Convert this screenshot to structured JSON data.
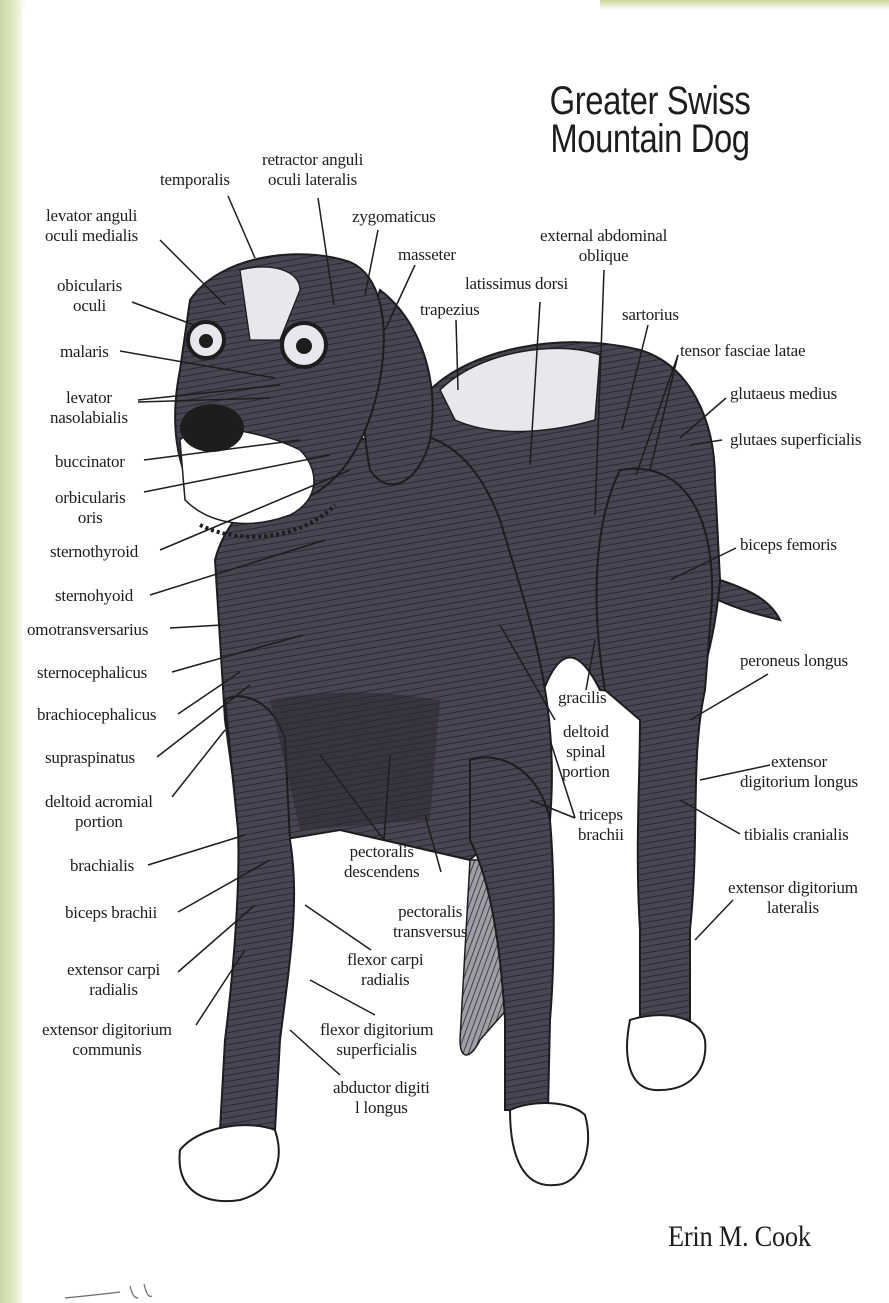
{
  "title": {
    "line1": "Greater Swiss",
    "line2": "Mountain Dog"
  },
  "author": "Erin M. Cook",
  "labels": {
    "temporalis": [
      "temporalis"
    ],
    "retractor": [
      "retractor anguli",
      "oculi lateralis"
    ],
    "zygomaticus": [
      "zygomaticus"
    ],
    "masseter": [
      "masseter"
    ],
    "levator_medialis": [
      "levator anguli",
      "oculi medialis"
    ],
    "obicularis_oculi": [
      "obicularis",
      "oculi"
    ],
    "malaris": [
      "malaris"
    ],
    "levator_nasolabialis": [
      "levator",
      "nasolabialis"
    ],
    "buccinator": [
      "buccinator"
    ],
    "orbicularis_oris": [
      "orbicularis",
      "oris"
    ],
    "sternothyroid": [
      "sternothyroid"
    ],
    "sternohyoid": [
      "sternohyoid"
    ],
    "omotransversarius": [
      "omotransversarius"
    ],
    "sternocephalicus": [
      "sternocephalicus"
    ],
    "brachiocephalicus": [
      "brachiocephalicus"
    ],
    "supraspinatus": [
      "supraspinatus"
    ],
    "deltoid_acromial": [
      "deltoid acromial",
      "portion"
    ],
    "brachialis": [
      "brachialis"
    ],
    "biceps_brachii": [
      "biceps brachii"
    ],
    "extensor_carpi_radialis": [
      "extensor carpi",
      "radialis"
    ],
    "extensor_digitorium_communis": [
      "extensor digitorium",
      "communis"
    ],
    "external_abdominal": [
      "external abdominal",
      "oblique"
    ],
    "latissimus": [
      "latissimus dorsi"
    ],
    "trapezius": [
      "trapezius"
    ],
    "sartorius": [
      "sartorius"
    ],
    "tensor": [
      "tensor fasciae latae"
    ],
    "glutaeus_medius": [
      "glutaeus medius"
    ],
    "glutaes_superficialis": [
      "glutaes superficialis"
    ],
    "biceps_femoris": [
      "biceps femoris"
    ],
    "peroneus": [
      "peroneus longus"
    ],
    "gracilis": [
      "gracilis"
    ],
    "deltoid_spinal": [
      "deltoid",
      "spinal",
      "portion"
    ],
    "extensor_digitorium_longus": [
      "extensor",
      "digitorium longus"
    ],
    "triceps": [
      "triceps",
      "brachii"
    ],
    "tibialis": [
      "tibialis cranialis"
    ],
    "pectoralis_descendens": [
      "pectoralis",
      "descendens"
    ],
    "pectoralis_transversus": [
      "pectoralis",
      "transversus"
    ],
    "extensor_digitorium_lateralis": [
      "extensor digitorium",
      "lateralis"
    ],
    "flexor_carpi": [
      "flexor carpi",
      "radialis"
    ],
    "flexor_digitorium": [
      "flexor digitorium",
      "superficialis"
    ],
    "abductor": [
      "abductor digiti",
      "l longus"
    ]
  },
  "colors": {
    "ink": "#1d1d1d",
    "muscle": "#4a4553",
    "muscle_dark": "#2b2832",
    "highlight": "#e9e7ee",
    "paper_edge": "#c9d7a4"
  }
}
